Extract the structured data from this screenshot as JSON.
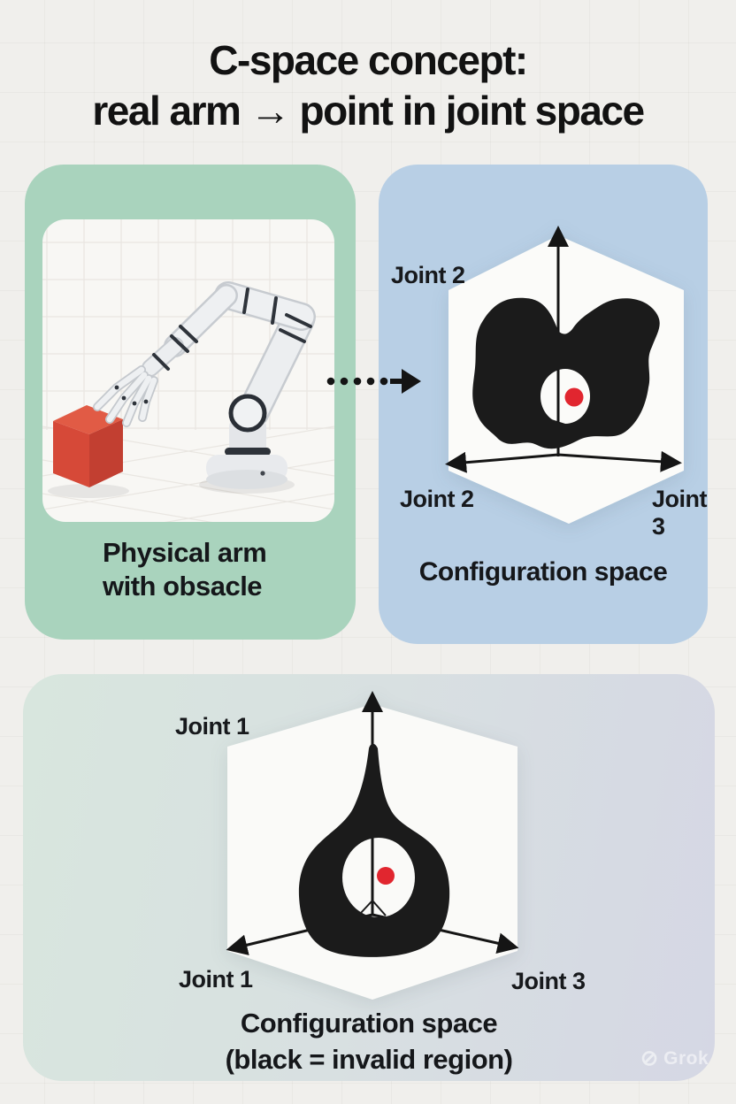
{
  "title": {
    "line1": "C-space concept:",
    "line2": "real arm → point in joint space"
  },
  "physical_panel": {
    "caption_line1": "Physical arm",
    "caption_line2": "with obsacle"
  },
  "config_top_panel": {
    "axis_top_label": "Joint 2",
    "axis_left_label": "Joint 2",
    "axis_right_label": "Joint 3",
    "caption": "Configuration space"
  },
  "config_bottom_panel": {
    "axis_top_label": "Joint 1",
    "axis_left_label": "Joint 1",
    "axis_right_label": "Joint 3",
    "caption_line1": "Configuration space",
    "caption_line2": "(black = invalid region)"
  },
  "watermark": {
    "logo": "⊘",
    "text": "Grok"
  },
  "colors": {
    "background": "#f0efec",
    "panel_green": "#a9d3bd",
    "panel_blue": "#b8cfe5",
    "panel_bottom_left": "#d8e6de",
    "panel_bottom_right": "#d5d7e4",
    "invalid_region_black": "#1b1b1b",
    "config_point_red": "#e1262f",
    "obstacle_cube_red": "#d64938"
  }
}
